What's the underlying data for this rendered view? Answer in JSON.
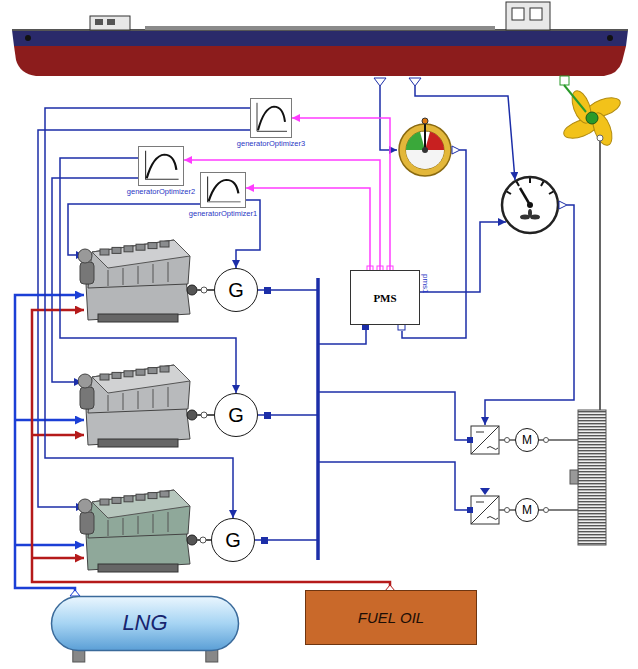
{
  "diagram": {
    "nodes": [
      {
        "text": [
          "generatorOptimizer3"
        ]
      },
      {
        "text": [
          "generatorOptimizer2"
        ]
      },
      {
        "text": [
          "generatorOptimizer1"
        ]
      },
      {
        "text": [
          "PMS",
          "pms1"
        ]
      },
      {
        "text": [
          "G"
        ]
      },
      {
        "text": [
          "G"
        ]
      },
      {
        "text": [
          "G"
        ]
      },
      {
        "text": [
          "M"
        ]
      },
      {
        "text": [
          "M"
        ]
      },
      {
        "text": [
          "LNG"
        ]
      },
      {
        "text": [
          "FUEL OIL"
        ]
      }
    ],
    "edges": [
      {
        "from": 3,
        "to": 0,
        "arrow": "to"
      },
      {
        "from": 3,
        "to": 1,
        "arrow": "to"
      },
      {
        "from": 3,
        "to": 2,
        "arrow": "to"
      },
      {
        "from": 2,
        "to": 4,
        "arrow": "to"
      },
      {
        "from": 1,
        "to": 5,
        "arrow": "to"
      },
      {
        "from": 0,
        "to": 6,
        "arrow": "to"
      }
    ]
  }
}
